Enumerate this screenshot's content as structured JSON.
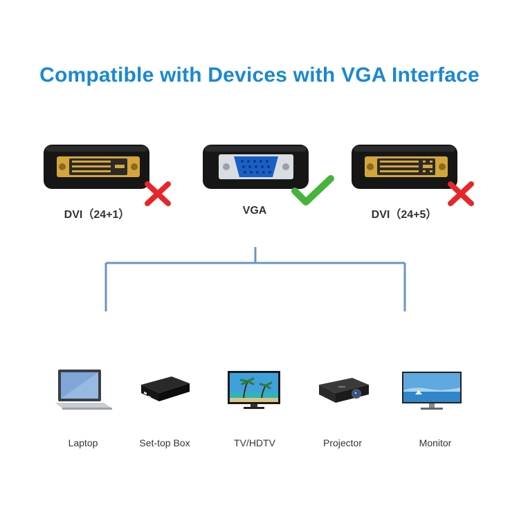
{
  "title": "Compatible with Devices with VGA Interface",
  "ports": [
    {
      "label": "DVI（24+1）",
      "compatible": false,
      "icon": "dvi-24-1-connector-icon"
    },
    {
      "label": "VGA",
      "compatible": true,
      "icon": "vga-connector-icon"
    },
    {
      "label": "DVI（24+5）",
      "compatible": false,
      "icon": "dvi-24-5-connector-icon"
    }
  ],
  "devices": [
    {
      "label": "Laptop",
      "icon": "laptop-icon"
    },
    {
      "label": "Set-top Box",
      "icon": "set-top-box-icon"
    },
    {
      "label": "TV/HDTV",
      "icon": "tv-icon"
    },
    {
      "label": "Projector",
      "icon": "projector-icon"
    },
    {
      "label": "Monitor",
      "icon": "monitor-icon"
    }
  ],
  "colors": {
    "title": "#1a88d2",
    "tree_line": "#6b93c6",
    "cross": "#e8262a",
    "check": "#46b33a",
    "connector_gold": "#d4a53a",
    "vga_blue": "#1b5fc4"
  }
}
